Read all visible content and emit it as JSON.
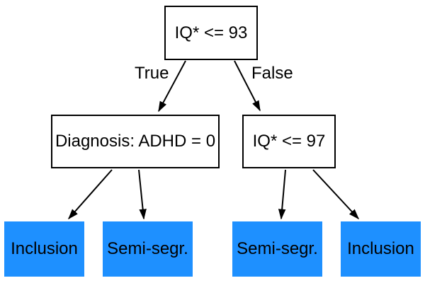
{
  "tree": {
    "root": {
      "label": "IQ* <= 93"
    },
    "edges": {
      "true_label": "True",
      "false_label": "False"
    },
    "left_branch": {
      "label": "Diagnosis: ADHD = 0"
    },
    "right_branch": {
      "label": "IQ* <= 97"
    },
    "leaves": [
      {
        "label": "Inclusion"
      },
      {
        "label": "Semi-segr."
      },
      {
        "label": "Semi-segr."
      },
      {
        "label": "Inclusion"
      }
    ],
    "colors": {
      "decision_fill": "#ffffff",
      "decision_border": "#000000",
      "leaf_fill": "#1e90ff",
      "edge_color": "#000000",
      "text_color": "#000000"
    }
  }
}
